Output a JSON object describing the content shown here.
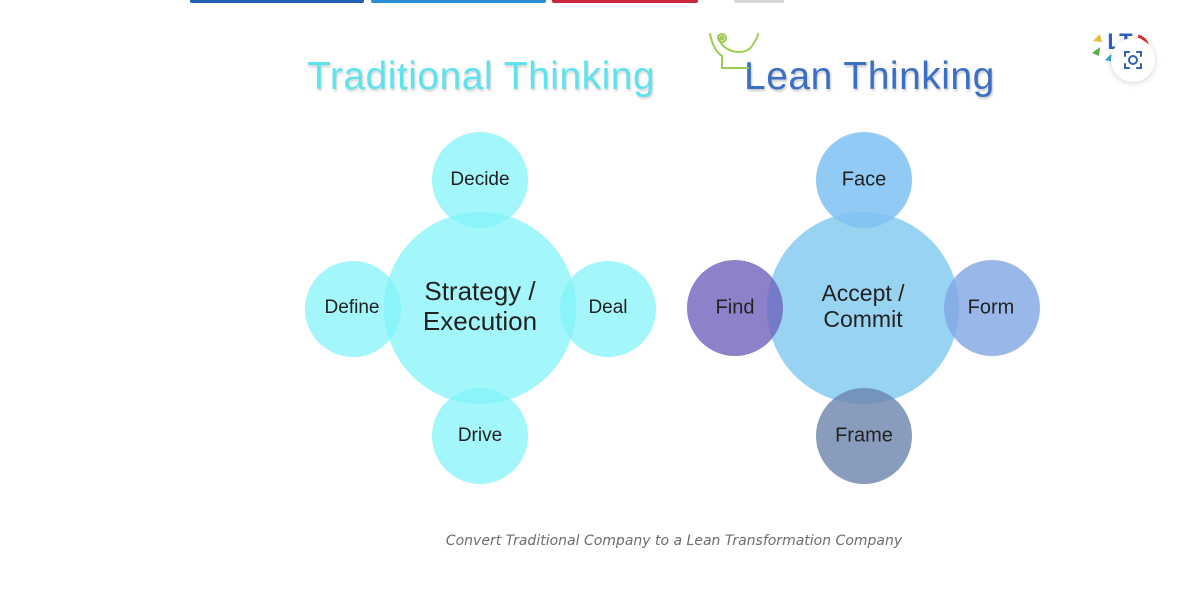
{
  "diagrams": {
    "traditional": {
      "title": "Traditional Thinking",
      "center": [
        "Strategy /",
        "Execution"
      ],
      "top": "Decide",
      "left": "Define",
      "right": "Deal",
      "bottom": "Drive",
      "colors": {
        "fill": "#7ff3f8",
        "title": "#5ee3ee"
      }
    },
    "lean": {
      "title": "Lean Thinking",
      "center": [
        "Accept /",
        "Commit"
      ],
      "top": "Face",
      "left": "Find",
      "right": "Form",
      "bottom": "Frame",
      "colors": {
        "center": "#86cdf0",
        "top": "#7ec1f2",
        "left": "#6f63bd",
        "right": "#7fa6e3",
        "bottom": "#6c83ad",
        "title": "#3b6fc4"
      }
    }
  },
  "caption": "Convert Traditional Company to a Lean Transformation Company",
  "widgets": {
    "logo_text": "LT",
    "share_colors": [
      "#1e5fb4",
      "#2b8fd6",
      "#c8283c",
      "#d8d8d8"
    ]
  }
}
